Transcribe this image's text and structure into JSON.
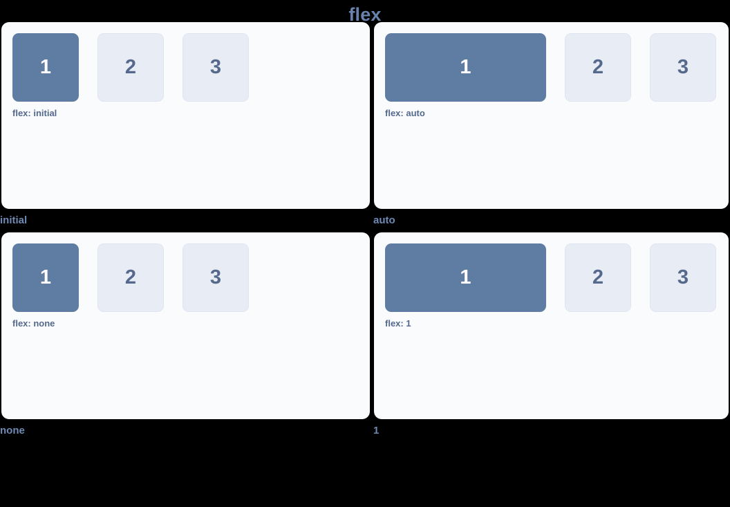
{
  "page": {
    "title": "flex",
    "background": "#000000",
    "title_color": "#6883ab"
  },
  "colors": {
    "panel_bg": "#fafbfd",
    "box_filled_bg": "#5f7ca3",
    "box_filled_text": "#ffffff",
    "box_plain_bg": "#e8ecf5",
    "box_plain_text": "#55698c",
    "box_plain_border": "#dfe5f0",
    "note_text": "#53698c",
    "caption_text": "#6e8ab4"
  },
  "demos": [
    {
      "caption": "initial",
      "note": "flex: initial",
      "grow": false,
      "boxes": [
        {
          "label": "1",
          "style": "filled"
        },
        {
          "label": "2",
          "style": "plain"
        },
        {
          "label": "3",
          "style": "plain"
        }
      ]
    },
    {
      "caption": "auto",
      "note": "flex: auto",
      "grow": true,
      "boxes": [
        {
          "label": "1",
          "style": "filled"
        },
        {
          "label": "2",
          "style": "plain"
        },
        {
          "label": "3",
          "style": "plain"
        }
      ]
    },
    {
      "caption": "none",
      "note": "flex: none",
      "grow": false,
      "boxes": [
        {
          "label": "1",
          "style": "filled"
        },
        {
          "label": "2",
          "style": "plain"
        },
        {
          "label": "3",
          "style": "plain"
        }
      ]
    },
    {
      "caption": "1",
      "note": "flex: 1",
      "grow": true,
      "boxes": [
        {
          "label": "1",
          "style": "filled"
        },
        {
          "label": "2",
          "style": "plain"
        },
        {
          "label": "3",
          "style": "plain"
        }
      ]
    }
  ]
}
